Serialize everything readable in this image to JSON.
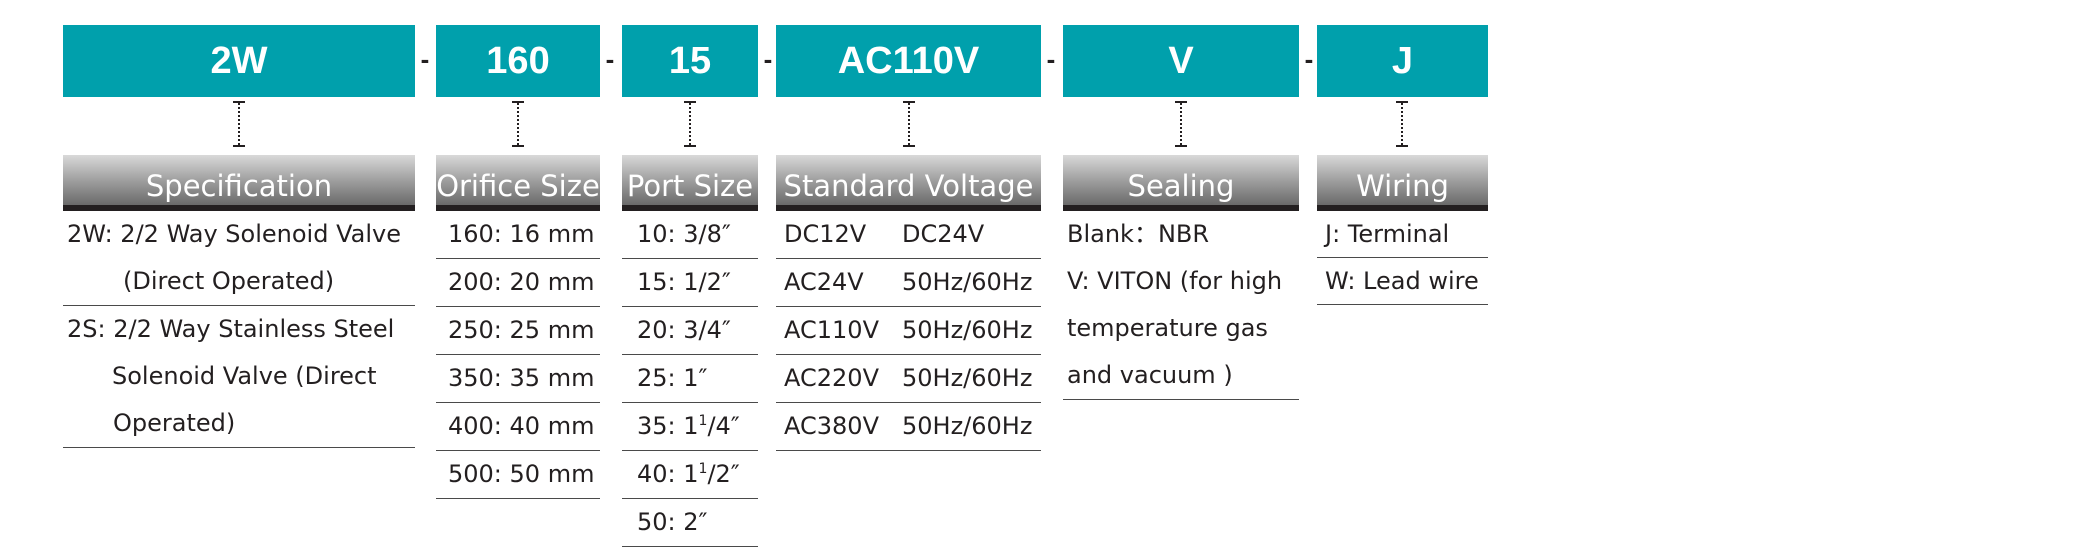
{
  "codes": [
    "2W",
    "160",
    "15",
    "AC110V",
    "V",
    "J"
  ],
  "separator": "-",
  "specification": {
    "header": "Specification",
    "rows": [
      [
        "2W: 2/2 Way Solenoid Valve",
        "(Direct Operated)"
      ],
      [
        "2S: 2/2 Way Stainless Steel",
        "Solenoid Valve (Direct",
        "Operated)"
      ]
    ]
  },
  "orifice_size": {
    "header": "Orifice Size",
    "rows": [
      "160: 16 mm",
      "200: 20 mm",
      "250: 25 mm",
      "350: 35 mm",
      "400: 40 mm",
      "500: 50 mm"
    ]
  },
  "port_size": {
    "header": "Port Size",
    "rows": [
      {
        "text": "10: 3/8″"
      },
      {
        "text": "15: 1/2″"
      },
      {
        "text": "20: 3/4″"
      },
      {
        "text": "25: 1″"
      },
      {
        "pre": "35: 1",
        "sup": "1",
        "post": "/4″"
      },
      {
        "pre": "40: 1",
        "sup": "1",
        "post": "/2″"
      },
      {
        "text": "50: 2″"
      }
    ]
  },
  "standard_voltage": {
    "header": "Standard Voltage",
    "rows": [
      [
        "DC12V",
        "DC24V"
      ],
      [
        "AC24V",
        "50Hz/60Hz"
      ],
      [
        "AC110V",
        "50Hz/60Hz"
      ],
      [
        "AC220V",
        "50Hz/60Hz"
      ],
      [
        "AC380V",
        "50Hz/60Hz"
      ]
    ]
  },
  "sealing": {
    "header": "Sealing",
    "rows": [
      [
        "Blank：NBR"
      ],
      [
        "V: VITON (for high",
        "temperature gas",
        "and vacuum )"
      ]
    ]
  },
  "wiring": {
    "header": "Wiring",
    "rows": [
      "J: Terminal",
      "W: Lead wire"
    ]
  },
  "colors": {
    "code_box": "#00a0ac",
    "header_gradient_top": "#d9d9d9",
    "header_gradient_bottom": "#6a6a6a",
    "header_rule": "#231f20",
    "text": "#231f20"
  }
}
